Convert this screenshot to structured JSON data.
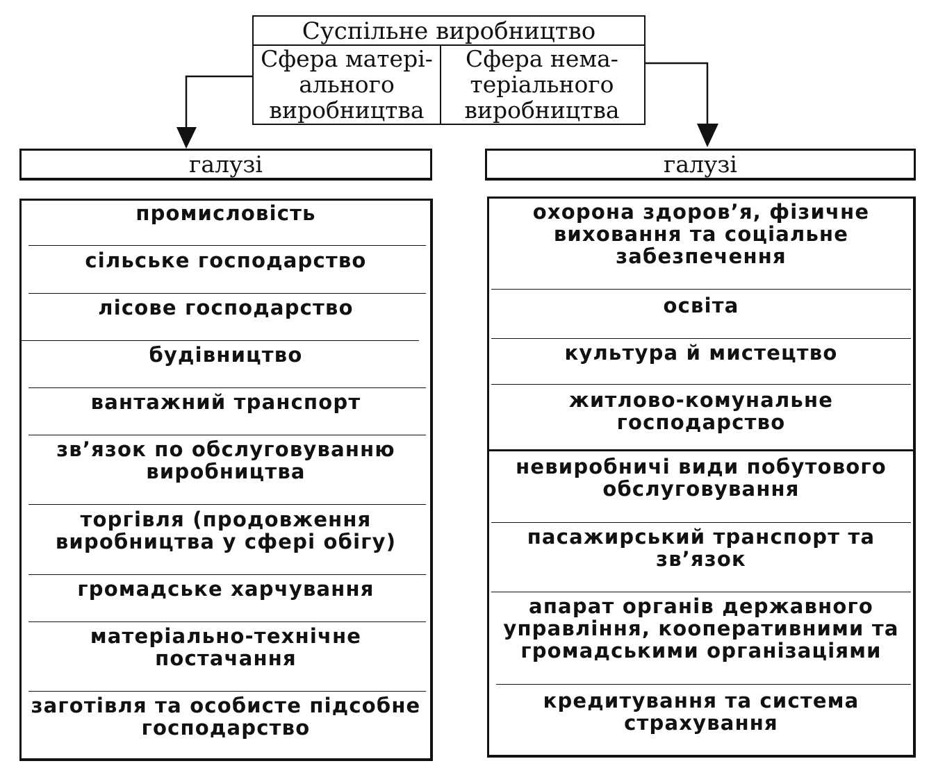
{
  "diagram": {
    "title": "Суспільне виробництво",
    "spheres": {
      "material": "Сфера матері-\nального\nвиробництва",
      "nonmaterial": "Сфера нема-\nтеріального\nвиробництва"
    },
    "left": {
      "header": "галузі",
      "items": [
        "промисловість",
        "сільське господарство",
        "лісове господарство",
        "будівництво",
        "вантажний транспорт",
        "зв’язок по обслуговуванню\nвиробництва",
        "торгівля (продовження\nвиробництва у сфері обігу)",
        "громадське харчування",
        "матеріально-технічне\nпостачання",
        "заготівля та особисте підсобне\nгосподарство"
      ]
    },
    "right": {
      "header": "галузі",
      "items": [
        "охорона здоров’я, фізичне\nвиховання та соціальне\nзабезпечення",
        "освіта",
        "культура й мистецтво",
        "житлово-комунальне\nгосподарство",
        "невиробничі види побутового\nобслуговування",
        "пасажирський транспорт та\nзв’язок",
        "апарат органів державного\nуправління, кооперативними та\nгромадськими організаціями",
        "кредитування та система\nстрахування"
      ]
    }
  }
}
